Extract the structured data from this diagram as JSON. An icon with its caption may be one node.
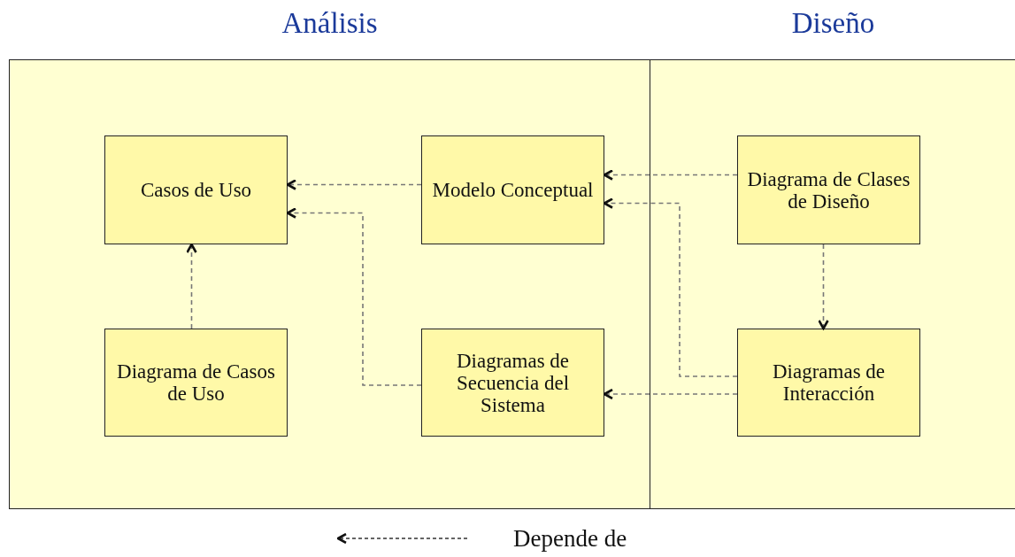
{
  "diagram": {
    "nodes": [
      {
        "text": [
          "Análisis"
        ]
      },
      {
        "text": [
          "Diseño"
        ]
      },
      {
        "text": [
          "Casos de Uso"
        ],
        "in": 0
      },
      {
        "text": [
          "Modelo Conceptual"
        ],
        "in": 0
      },
      {
        "text": [
          "Diagrama de Casos de Uso"
        ],
        "in": 0
      },
      {
        "text": [
          "Diagramas de Secuencia del Sistema"
        ],
        "in": 0
      },
      {
        "text": [
          "Diagrama de Clases de Diseño"
        ],
        "in": 1
      },
      {
        "text": [
          "Diagramas de Interacción"
        ],
        "in": 1
      }
    ],
    "edges": [
      {
        "from": 3,
        "to": 2,
        "arrow": "to",
        "style": "dashed"
      },
      {
        "from": 5,
        "to": 2,
        "arrow": "to",
        "style": "dashed"
      },
      {
        "from": 4,
        "to": 2,
        "arrow": "to",
        "style": "dashed"
      },
      {
        "from": 6,
        "to": 3,
        "arrow": "to",
        "style": "dashed"
      },
      {
        "from": 7,
        "to": 3,
        "arrow": "to",
        "style": "dashed"
      },
      {
        "from": 6,
        "to": 7,
        "arrow": "to",
        "style": "dashed"
      },
      {
        "from": 7,
        "to": 5,
        "arrow": "to",
        "style": "dashed"
      }
    ],
    "legend": [
      {
        "text": "Depende de"
      }
    ]
  }
}
